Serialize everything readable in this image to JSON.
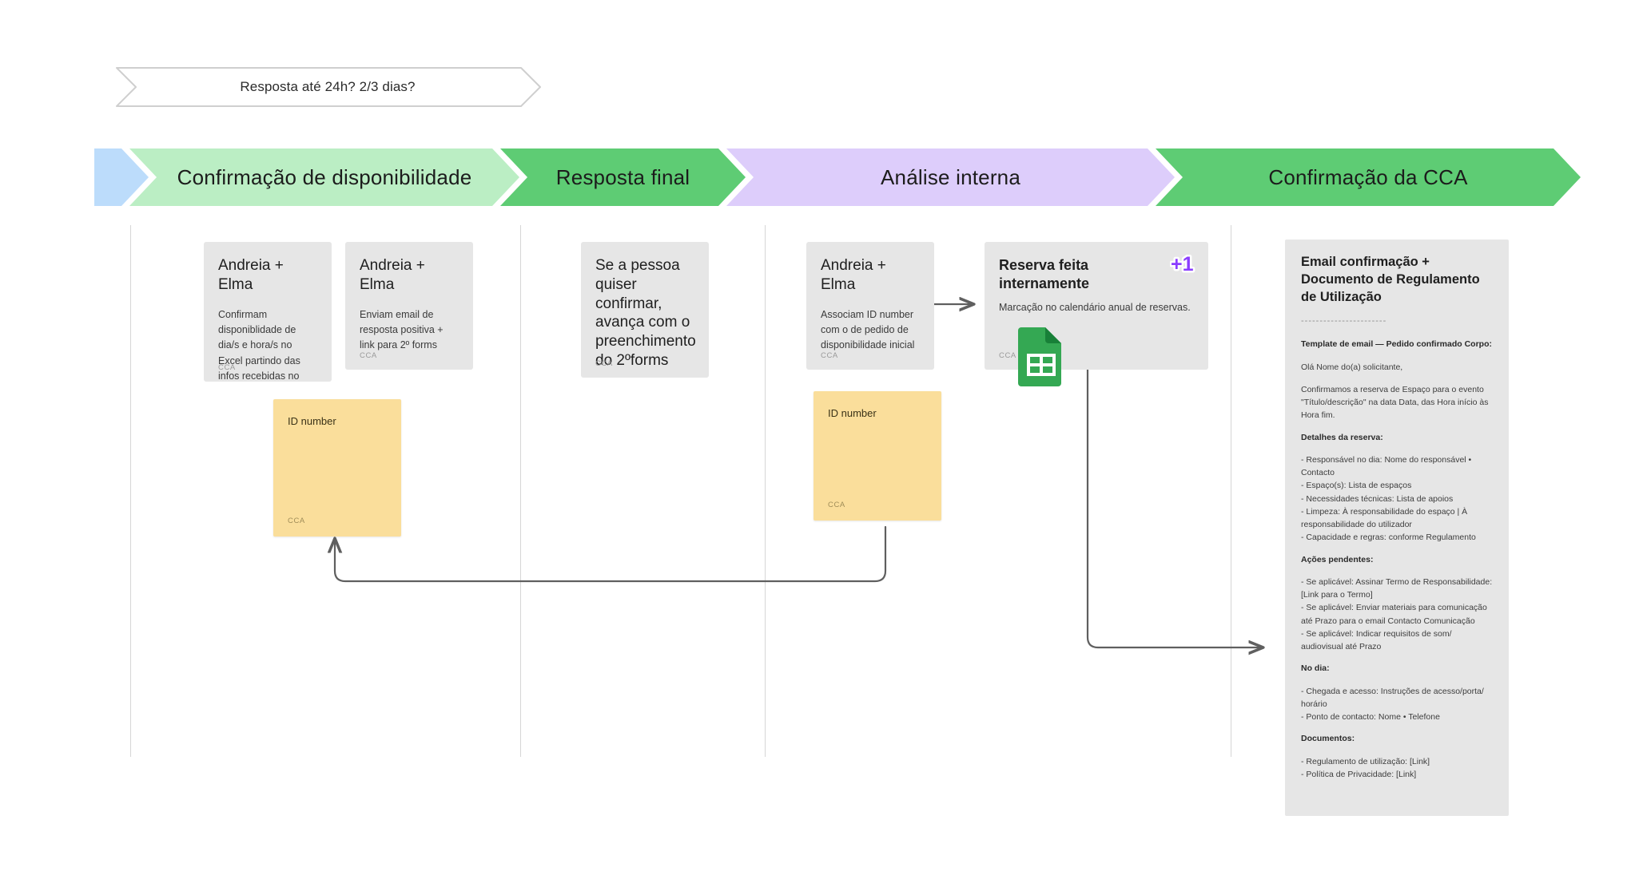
{
  "banner": {
    "text": "Resposta até 24h? 2/3 dias?"
  },
  "phases": [
    {
      "label": "",
      "color": "#bcdcfb",
      "name": "phase-start"
    },
    {
      "label": "Confirmação de disponibilidade",
      "color": "#bbeec4",
      "name": "phase-confirmacao-disponibilidade"
    },
    {
      "label": "Resposta final",
      "color": "#5ecc74",
      "name": "phase-resposta-final"
    },
    {
      "label": "Análise interna",
      "color": "#ddcdfb",
      "name": "phase-analise-interna"
    },
    {
      "label": "Confirmação da CCA",
      "color": "#5ecc74",
      "name": "phase-confirmacao-cca"
    }
  ],
  "cards": [
    {
      "title": "Andreia + Elma",
      "body": "Confirmam disponiblidade de dia/s e hora/s no Excel partindo das infos recebidas no email do google forms",
      "tag": "CCA"
    },
    {
      "title": "Andreia + Elma",
      "body": "Enviam email de resposta positiva + link para 2º forms",
      "tag": "CCA"
    },
    {
      "title": "Se a pessoa quiser confirmar, avança com o preenchimento do 2ºforms",
      "body": "",
      "tag": "CCA"
    },
    {
      "title": "Andreia + Elma",
      "body": "Associam ID number com o de pedido de disponibilidade inicial",
      "tag": "CCA"
    },
    {
      "title": "Reserva feita internamente",
      "body": "Marcação no calendário anual de reservas.",
      "tag": "CCA",
      "badge": "+1"
    }
  ],
  "stickies": [
    {
      "title": "ID number",
      "tag": "CCA"
    },
    {
      "title": "ID number",
      "tag": "CCA"
    }
  ],
  "document": {
    "title": "Email confirmação + Documento de Regulamento de Utilização",
    "rule": "-----------------------",
    "blocks": [
      {
        "kind": "h",
        "text": "Template de email — Pedido confirmado\nCorpo:"
      },
      {
        "kind": "p",
        "text": "Olá Nome do(a) solicitante,"
      },
      {
        "kind": "p",
        "text": "Confirmamos a reserva de Espaço para o evento \"Título/descrição\" na data Data, das Hora início às Hora fim."
      },
      {
        "kind": "h",
        "text": "Detalhes da reserva:"
      },
      {
        "kind": "p",
        "text": "- Responsável no dia: Nome do responsável • Contacto\n- Espaço(s): Lista de espaços\n- Necessidades técnicas: Lista de apoios\n- Limpeza: À responsabilidade do espaço | À responsabilidade do utilizador\n- Capacidade e regras: conforme Regulamento"
      },
      {
        "kind": "h",
        "text": "Ações pendentes:"
      },
      {
        "kind": "p",
        "text": "- Se aplicável: Assinar Termo de Responsabilidade: [Link para o Termo]\n- Se aplicável: Enviar materiais para comunicação até Prazo para o email Contacto Comunicação\n- Se aplicável: Indicar requisitos de som/ audiovisual até Prazo"
      },
      {
        "kind": "h",
        "text": "No dia:"
      },
      {
        "kind": "p",
        "text": "- Chegada e acesso: Instruções de acesso/porta/ horário\n- Ponto de contacto: Nome • Telefone"
      },
      {
        "kind": "h",
        "text": "Documentos:"
      },
      {
        "kind": "p",
        "text": "- Regulamento de utilização: [Link]\n- Política de Privacidade: [Link]"
      }
    ]
  },
  "icons": {
    "sheets": "google-sheets-icon",
    "plus_one": "+1"
  },
  "colors": {
    "card_bg": "#e6e6e6",
    "sticky_bg": "#fade9b",
    "connector": "#5f5f5f",
    "divider": "#d6d6d6",
    "badge_purple": "#8b3dff",
    "sheets_green": "#34a853"
  }
}
